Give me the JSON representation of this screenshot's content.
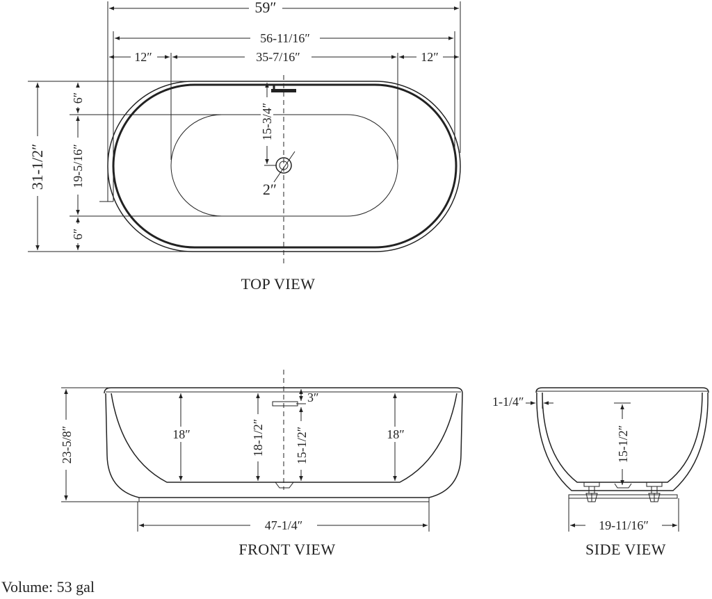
{
  "top_view": {
    "title": "TOP VIEW",
    "dims": {
      "overall_length": "59″",
      "rim_length": "56-11/16″",
      "left_offset": "12″",
      "interior_length": "35-7/16″",
      "right_offset": "12″",
      "overall_width": "31-1/2″",
      "top_rim": "6″",
      "interior_width": "19-5/16″",
      "bottom_rim": "6″",
      "drain_offset": "15-3/4″",
      "drain_size": "2″"
    }
  },
  "front_view": {
    "title": "FRONT VIEW",
    "dims": {
      "height": "23-5/8″",
      "left_depth": "18″",
      "center_depth": "18-1/2″",
      "overflow_depth": "15-1/2″",
      "right_depth": "18″",
      "overflow_offset": "3″",
      "base_length": "47-1/4″"
    }
  },
  "side_view": {
    "title": "SIDE VIEW",
    "dims": {
      "rim_thickness": "1-1/4″",
      "depth": "15-1/2″",
      "base_width": "19-11/16″"
    }
  },
  "volume": "Volume: 53 gal"
}
